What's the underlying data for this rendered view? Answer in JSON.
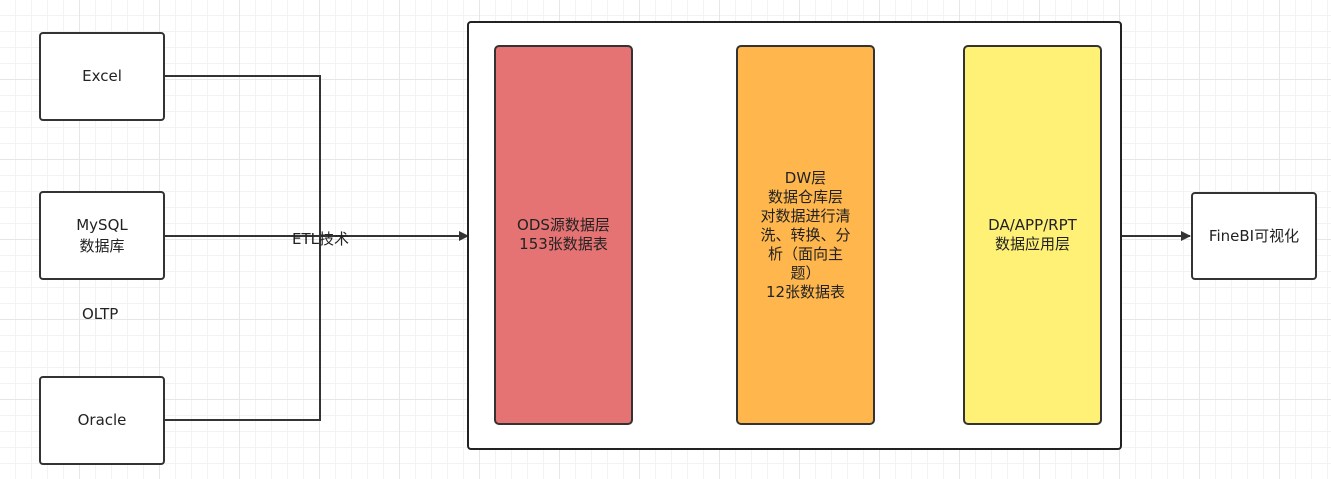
{
  "sources": {
    "excel": "Excel",
    "mysql": "MySQL\n数据库",
    "oracle": "Oracle",
    "oltp_label": "OLTP"
  },
  "etl_label": "ETL技术",
  "warehouse": {
    "ods": "ODS源数据层\n153张数据表",
    "dw": "DW层\n数据仓库层\n对数据进行清\n洗、转换、分\n析（面向主\n题）\n12张数据表",
    "da": "DA/APP/RPT\n数据应用层"
  },
  "output": "FineBI可视化",
  "colors": {
    "ods": "#e57373",
    "dw": "#ffb74d",
    "da": "#fff176",
    "line": "#333333"
  }
}
